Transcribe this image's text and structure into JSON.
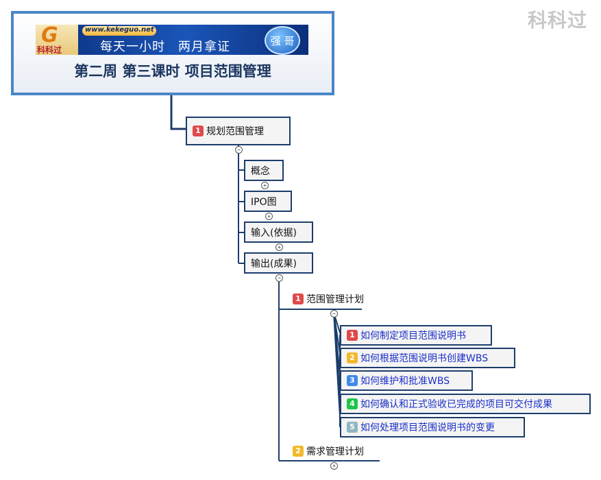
{
  "watermark": "科科过",
  "header": {
    "logo_text": "科科过",
    "url": "www.kekeguo.net",
    "slogan": "每天一小时　两月拿证",
    "badge": "强 哥",
    "title": "第二周 第三课时 项目范围管理"
  },
  "root_topic": {
    "number": "1",
    "label": "规划范围管理"
  },
  "subtopics": [
    {
      "label": "概念",
      "toggle": "+"
    },
    {
      "label": "IPO图",
      "toggle": "+"
    },
    {
      "label": "输入(依据)",
      "toggle": "+"
    },
    {
      "label": "输出(成果)",
      "toggle": "−"
    }
  ],
  "outputs": [
    {
      "number": "1",
      "label": "范围管理计划",
      "toggle": "−"
    },
    {
      "number": "2",
      "label": "需求管理计划",
      "toggle": "+"
    }
  ],
  "scope_plan_items": [
    {
      "number": "1",
      "label": "如何制定项目范围说明书",
      "color": "#e04a4a"
    },
    {
      "number": "2",
      "label": "如何根据范围说明书创建WBS",
      "color": "#f2b82a"
    },
    {
      "number": "3",
      "label": "如何维护和批准WBS",
      "color": "#3d8ae8"
    },
    {
      "number": "4",
      "label": "如何确认和正式验收已完成的项目可交付成果",
      "color": "#1fc44a"
    },
    {
      "number": "5",
      "label": "如何处理项目范围说明书的变更",
      "color": "#8fb5c0"
    }
  ],
  "root_toggle": "−"
}
